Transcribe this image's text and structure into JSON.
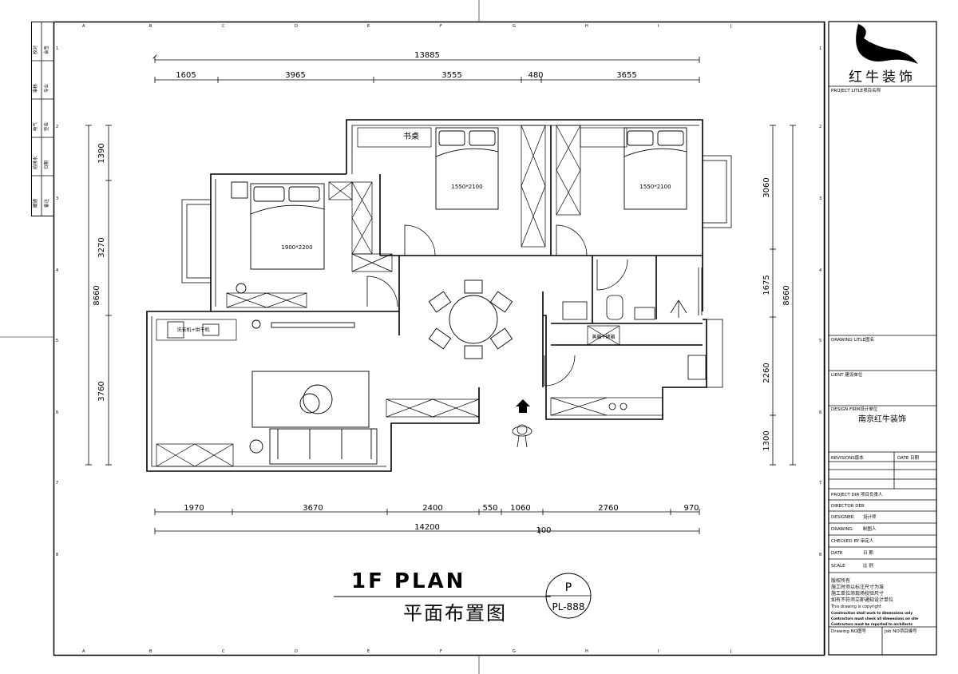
{
  "plan": {
    "title_en": "1F PLAN",
    "title_cn": "平面布置图",
    "symbol_letter": "P",
    "symbol_code": "PL-888"
  },
  "dimensions": {
    "top_total": "13885",
    "top": [
      "1605",
      "3965",
      "3555",
      "480",
      "3655"
    ],
    "bottom": [
      "1970",
      "3670",
      "2400",
      "550",
      "1060",
      "2760",
      "970"
    ],
    "bottom_total": "14200",
    "bottom_extra": "100",
    "left_total": "8660",
    "left": [
      "1390",
      "3270",
      "3760"
    ],
    "right_total": "8660",
    "right": [
      "3060",
      "1675",
      "2260",
      "1300"
    ]
  },
  "rooms": {
    "bed_master": "1900*2200",
    "bed_second": "1550*2100",
    "bed_third": "1550*2100",
    "desk": "书桌",
    "washer": "洗衣机+烘干机",
    "steamer": "蒸箱+烤箱"
  },
  "grid": {
    "top": [
      "A",
      "B",
      "C",
      "D",
      "E",
      "F",
      "G",
      "H",
      "I",
      "J"
    ],
    "side": [
      "1",
      "2",
      "3",
      "4",
      "5",
      "6",
      "7",
      "8"
    ]
  },
  "left_strip": [
    "校对",
    "审核",
    "电气",
    "给排水",
    "暖通"
  ],
  "left_strip_sub": [
    "会签",
    "专业",
    "签名",
    "日期",
    "备注"
  ],
  "titleblock": {
    "brand": "红牛装饰",
    "project_title": "PROJECT LITLE项目名称",
    "drawing_title": "DRAWING LITLE图名",
    "client": "LIENT 建设单位",
    "design_firm_label": "DESIGN FIRM设计单位",
    "design_firm": "南京红牛装饰",
    "revisions": "REVISIONS版本",
    "date_label": "DATE 日期",
    "project_dir": "PROJECT DIR 项目负责人",
    "director": "DIRECTOR DER",
    "designer": "DESIGNER",
    "designer_cn": "设计师",
    "drawing": "DRAWING",
    "drawing_cn": "制图人",
    "checked": "CHECKED BY 审定人",
    "date": "DATE",
    "date_cn": "日 期",
    "scale": "SCALE",
    "scale_cn": "比 例",
    "notes": [
      "版权所有",
      "施工时须以标注尺寸为准",
      "施工单位须现场校验尺寸",
      "如有不符须立即通知设计单位",
      "This drawing is copyright"
    ],
    "notes_bold": [
      "Construction shall work to dimensions only",
      "Contractors must check all dimensions on site",
      "Contractors must be reported to architects"
    ],
    "drawing_no": "Drawing NO图号",
    "job_no": "Job NO项目编号"
  }
}
